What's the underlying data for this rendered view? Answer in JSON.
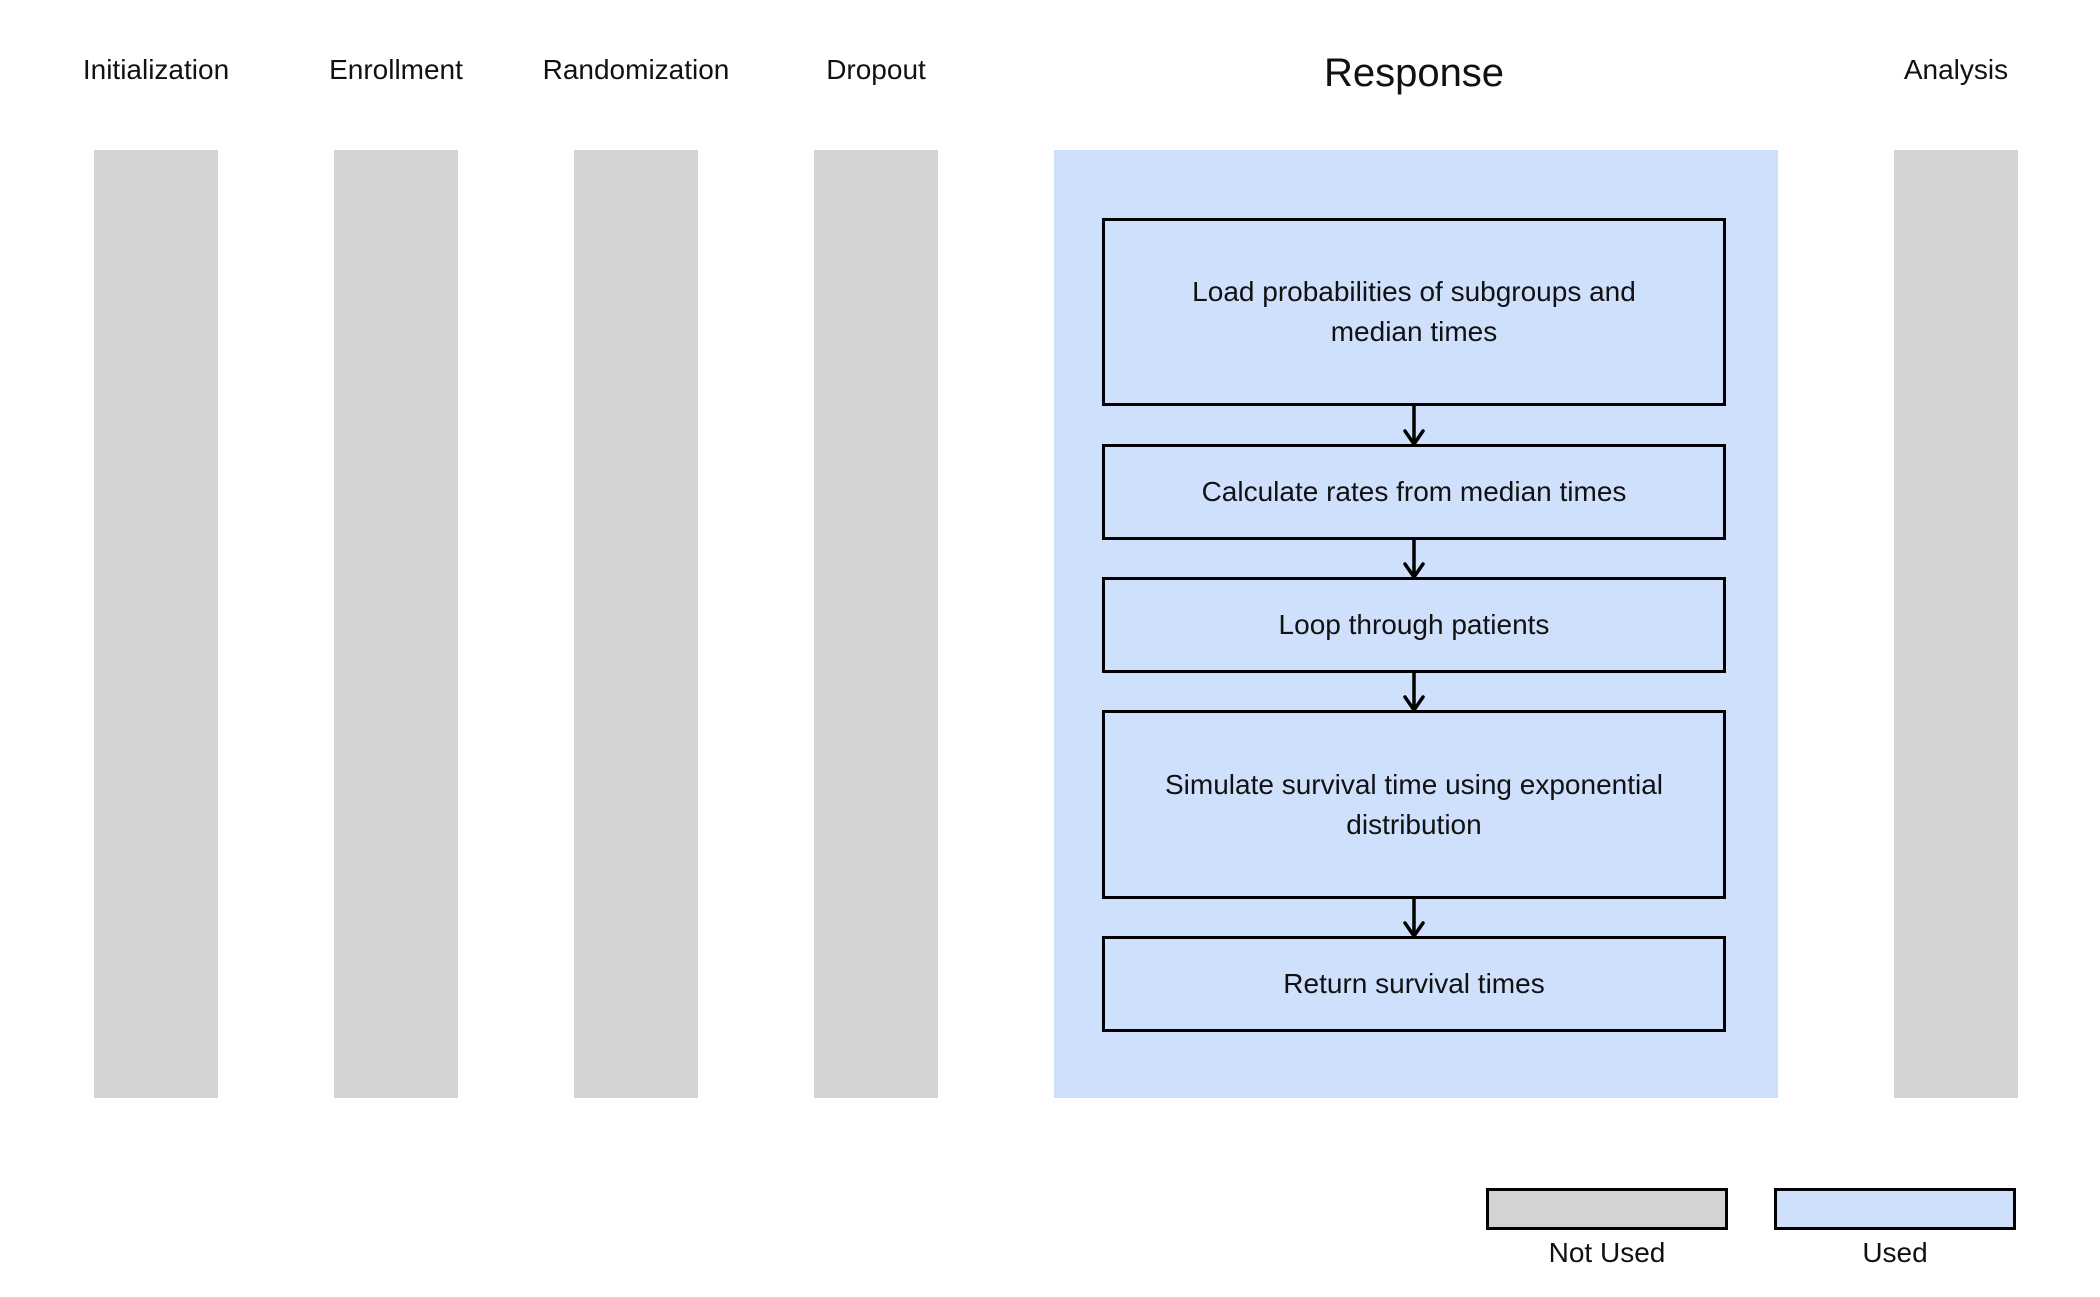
{
  "stages": [
    {
      "title": "Initialization",
      "used": false
    },
    {
      "title": "Enrollment",
      "used": false
    },
    {
      "title": "Randomization",
      "used": false
    },
    {
      "title": "Dropout",
      "used": false
    },
    {
      "title": "Response",
      "used": true
    },
    {
      "title": "Analysis",
      "used": false
    }
  ],
  "response_steps": [
    "Load probabilities of subgroups and median times",
    "Calculate rates from median times",
    "Loop through patients",
    "Simulate survival time using exponential distribution",
    "Return survival times"
  ],
  "legend": {
    "not_used_label": "Not Used",
    "used_label": "Used"
  },
  "colors": {
    "not_used": "#d3d3d3",
    "used": "#cfe0fc",
    "border": "#000000"
  }
}
